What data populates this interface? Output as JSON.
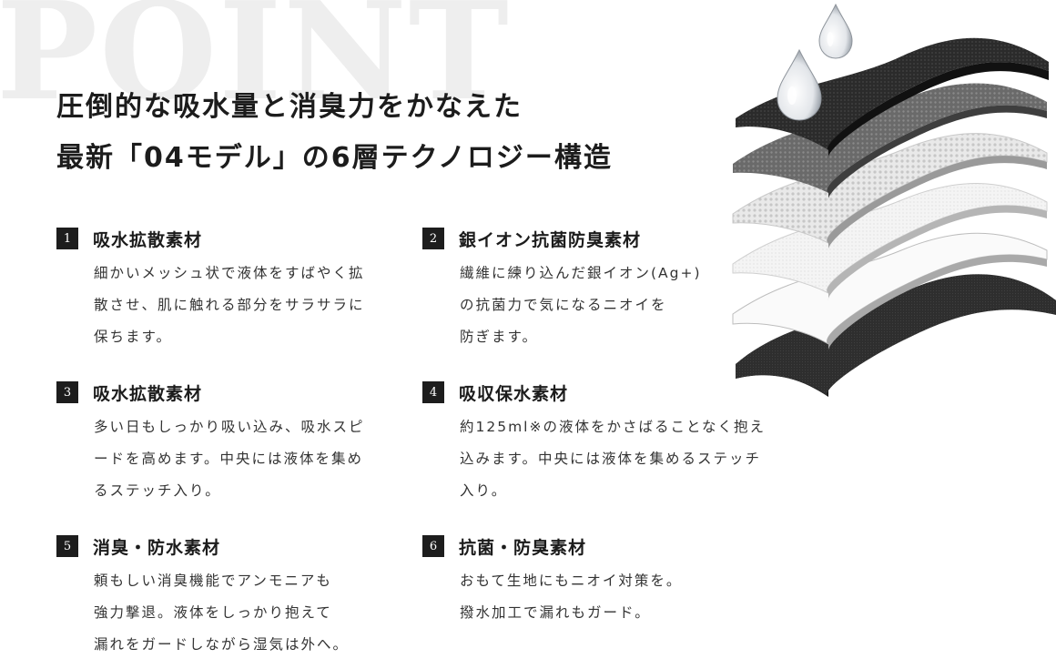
{
  "watermark": "POINT",
  "headline": {
    "line1": "圧倒的な吸水量と消臭力をかなえた",
    "line2": "最新「04モデル」の6層テクノロジー構造"
  },
  "features": [
    {
      "num": "1",
      "title": "吸水拡散素材",
      "lines": [
        "細かいメッシュ状で液体をすばやく拡",
        "散させ、肌に触れる部分をサラサラに",
        "保ちます。"
      ]
    },
    {
      "num": "2",
      "title": "銀イオン抗菌防臭素材",
      "lines": [
        "繊維に練り込んだ銀イオン(Ag+)",
        "の抗菌力で気になるニオイを",
        "防ぎます。"
      ]
    },
    {
      "num": "3",
      "title": "吸水拡散素材",
      "lines": [
        "多い日もしっかり吸い込み、吸水スピ",
        "ードを高めます。中央には液体を集め",
        "るステッチ入り。"
      ]
    },
    {
      "num": "4",
      "title": "吸収保水素材",
      "lines": [
        "約125ml※の液体をかさばることなく抱え",
        "込みます。中央には液体を集めるステッチ",
        "入り。"
      ]
    },
    {
      "num": "5",
      "title": "消臭・防水素材",
      "lines": [
        "頼もしい消臭機能でアンモニアも",
        "強力撃退。液体をしっかり抱えて",
        "漏れをガードしながら湿気は外へ。"
      ]
    },
    {
      "num": "6",
      "title": "抗菌・防臭素材",
      "lines": [
        "おもて生地にもニオイ対策を。",
        "撥水加工で漏れもガード。"
      ]
    }
  ]
}
